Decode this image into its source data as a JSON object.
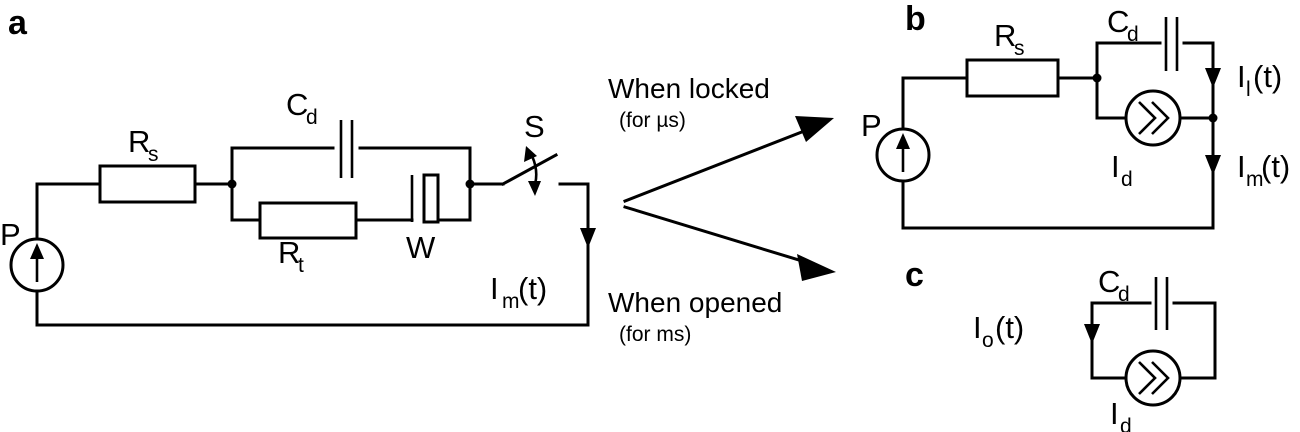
{
  "figure": {
    "type": "circuit-diagram",
    "background": "#ffffff",
    "ink": "#000000",
    "panels": [
      {
        "id": "a",
        "label": "a",
        "description": "Full equivalent circuit with switch"
      },
      {
        "id": "b",
        "label": "b",
        "description": "Reduced circuit when switch is locked"
      },
      {
        "id": "c",
        "label": "c",
        "description": "Reduced circuit when switch is opened"
      }
    ]
  },
  "panel_a": {
    "label": "a",
    "source_label": "P",
    "series_resistor": "R",
    "series_resistor_sub": "s",
    "capacitor": "C",
    "capacitor_sub": "d",
    "transfer_resistor": "R",
    "transfer_resistor_sub": "t",
    "warburg": "W",
    "switch": "S",
    "current_label": "I",
    "current_label_sub": "m",
    "current_label_tail": "(t)"
  },
  "transition": {
    "locked_title": "When locked",
    "locked_note": "(for µs)",
    "opened_title": "When opened",
    "opened_note": "(for ms)"
  },
  "panel_b": {
    "label": "b",
    "source_label": "P",
    "series_resistor": "R",
    "series_resistor_sub": "s",
    "capacitor": "C",
    "capacitor_sub": "d",
    "dependent_source": "I",
    "dependent_source_sub": "d",
    "leak_current": "I",
    "leak_current_sub": "l",
    "leak_current_tail": "(t)",
    "meas_current": "I",
    "meas_current_sub": "m",
    "meas_current_tail": "(t)"
  },
  "panel_c": {
    "label": "c",
    "capacitor": "C",
    "capacitor_sub": "d",
    "dependent_source": "I",
    "dependent_source_sub": "d",
    "open_current": "I",
    "open_current_sub": "o",
    "open_current_tail": "(t)"
  }
}
